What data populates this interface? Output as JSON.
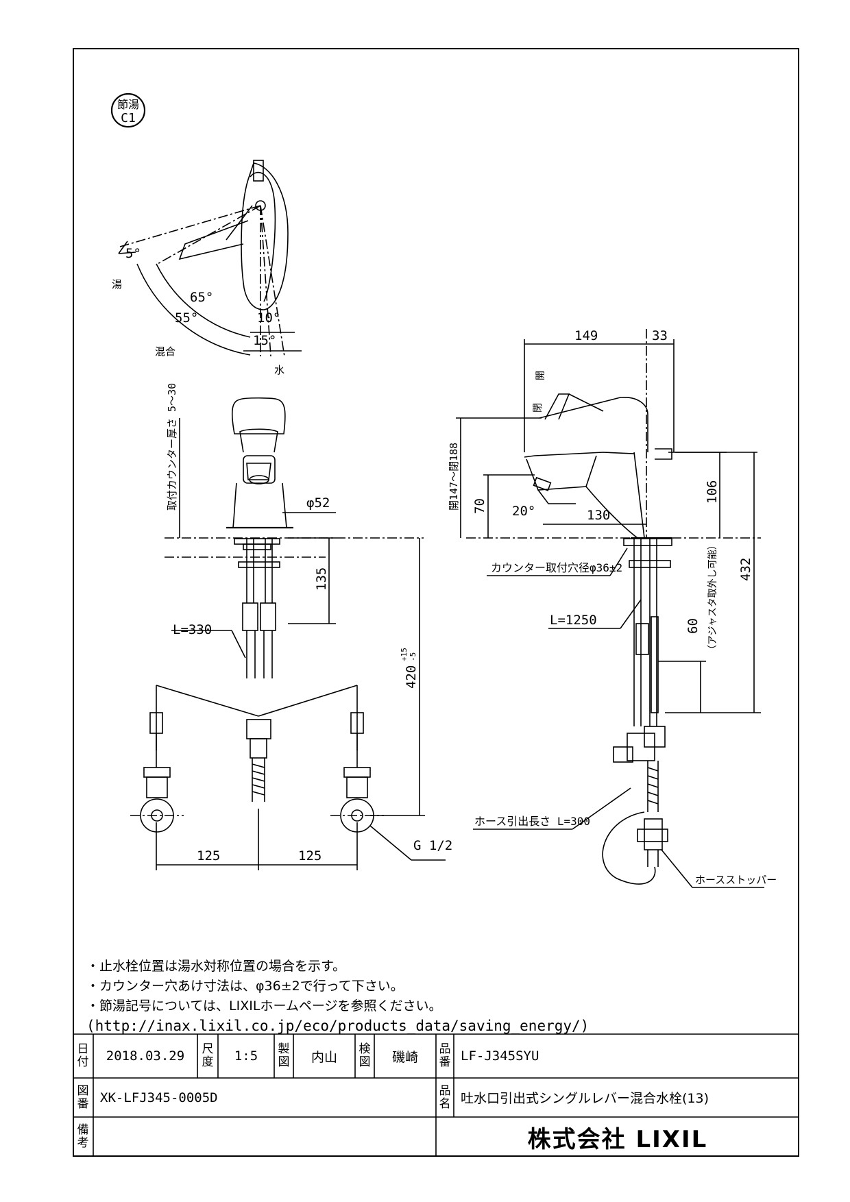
{
  "symbol": {
    "line1": "節湯",
    "line2": "C1"
  },
  "top_view": {
    "angle_5": "5°",
    "angle_65": "65°",
    "angle_55": "55°",
    "angle_10": "10°",
    "angle_15": "15°",
    "label_hot": "湯",
    "label_mix": "混合",
    "label_water": "水"
  },
  "front_view": {
    "counter_thickness": "取付カウンター厚さ 5～30",
    "dia_52": "φ52",
    "dim_135": "135",
    "hose_l330": "L=330",
    "dim_420": "420",
    "dim_420_tol_up": "+15",
    "dim_420_tol_dn": "-5",
    "dim_125_left": "125",
    "dim_125_right": "125",
    "thread": "G 1/2"
  },
  "side_view": {
    "dim_149": "149",
    "dim_33": "33",
    "open_1": "開",
    "open_2": "閉",
    "height_range": "開147～閉188",
    "dim_70": "70",
    "angle_20": "20°",
    "dim_130": "130",
    "dim_106": "106",
    "dim_432": "432",
    "counter_hole": "カウンター取付穴径φ36±2",
    "hose_l1250": "L=1250",
    "dim_60": "60",
    "adjuster_note": "（アジャスタ取外し可能）",
    "hose_pull": "ホース引出長さ L=300",
    "hose_stopper": "ホースストッパー"
  },
  "notes": [
    "・止水栓位置は湯水対称位置の場合を示す。",
    "・カウンター穴あけ寸法は、φ36±2で行って下さい。",
    "・節湯記号については、LIXILホームページを参照ください。"
  ],
  "notes_url": "(http://inax.lixil.co.jp/eco/products_data/saving_energy/)",
  "title_block": {
    "date_label": [
      "日",
      "付"
    ],
    "date": "2018.03.29",
    "scale_label": [
      "尺",
      "度"
    ],
    "scale": "1:5",
    "drawn_label": [
      "製",
      "図"
    ],
    "drawn_by": "内山",
    "checked_label": [
      "検",
      "図"
    ],
    "checked_by": "磯崎",
    "part_no_label": [
      "品",
      "番"
    ],
    "part_no": "LF-J345SYU",
    "drawing_no_label": [
      "図",
      "番"
    ],
    "drawing_no": "XK-LFJ345-0005D",
    "name_label": [
      "品",
      "名"
    ],
    "name": "吐水口引出式シングルレバー混合水栓(13)",
    "remarks_label": [
      "備",
      "考"
    ],
    "company": "株式会社 LIXIL"
  }
}
